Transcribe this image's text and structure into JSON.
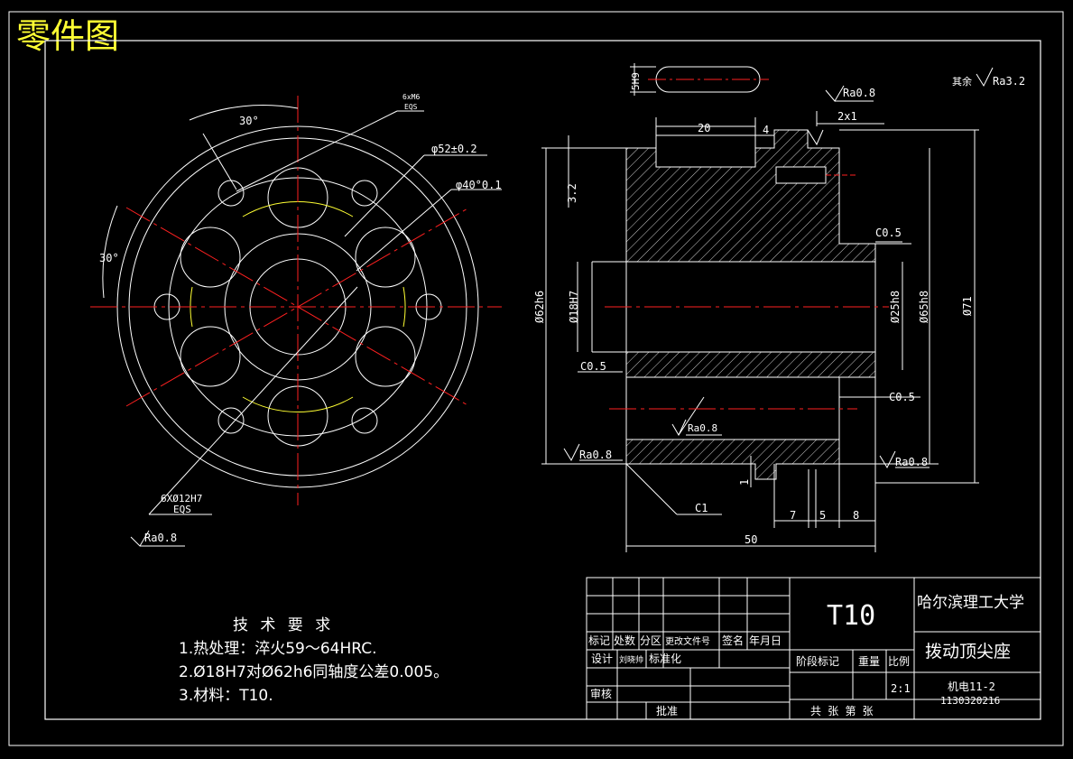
{
  "corner_label": "零件图",
  "front_view": {
    "angle_top": "30°",
    "angle_left": "30°",
    "thread_note_1": "6xM6",
    "thread_note_2": "EQS",
    "dia_outer": "φ52±0.2",
    "dia_inner": "φ40°0.1",
    "holes_note_1": "6XØ12H7",
    "holes_note_2": "EQS",
    "roughness": "Ra0.8"
  },
  "section_view": {
    "key_width": "5H9",
    "roughness_top": "Ra0.8",
    "roughness_other_prefix": "其余",
    "roughness_other": "Ra3.2",
    "dim_20": "20",
    "dim_4": "4",
    "dim_2x1": "2x1",
    "dim_3_2": "3.2",
    "chamfer_c05_top": "C0.5",
    "dia_62h6": "Ø62h6",
    "dia_18H7": "Ø18H7",
    "dia_25h8": "Ø25h8",
    "dia_65h8": "Ø65h8",
    "dia_71": "Ø71",
    "chamfer_c05_left": "C0.5",
    "chamfer_c05_right": "C0.5",
    "roughness_mid": "Ra0.8",
    "roughness_left": "Ra0.8",
    "roughness_right": "Ra0.8",
    "dim_1": "1",
    "chamfer_c1": "C1",
    "dim_7": "7",
    "dim_5": "5",
    "dim_8": "8",
    "dim_50": "50"
  },
  "tech_requirements": {
    "heading": "技 术 要 求",
    "item1": "1.热处理：淬火59～64HRC.",
    "item2": "2.Ø18H7对Ø62h6同轴度公差0.005。",
    "item3": "3.材料：T10."
  },
  "title_block": {
    "material": "T10",
    "school": "哈尔滨理工大学",
    "part_name": "拨动顶尖座",
    "header_row": [
      "标记",
      "处数",
      "分区",
      "更改文件号",
      "签名",
      "年月日"
    ],
    "design_label": "设计",
    "designer": "刘晓帅",
    "standardize_label": "标准化",
    "stage_label": "阶段标记",
    "weight_label": "重量",
    "scale_label": "比例",
    "scale": "2:1",
    "review_label": "审核",
    "approve_label": "批准",
    "sheets_label": "共  张 第 张",
    "class": "机电11-2",
    "student_id": "1130320216"
  }
}
